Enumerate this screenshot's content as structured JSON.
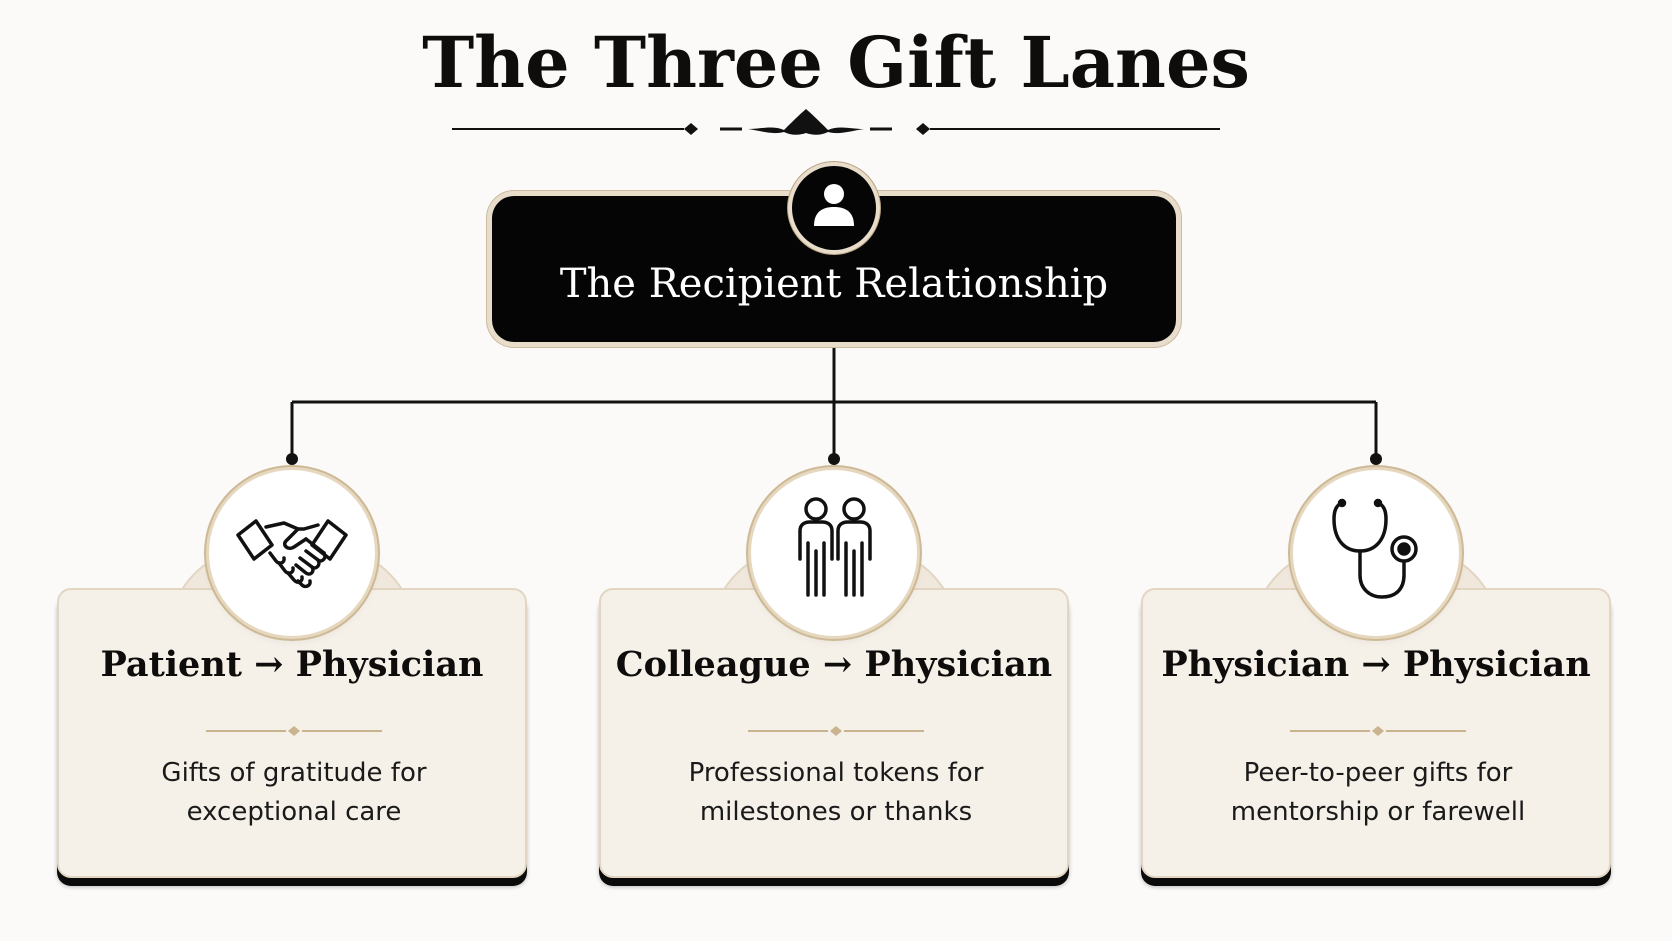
{
  "title": "The Three Gift Lanes",
  "root": {
    "label": "The Recipient Relationship",
    "icon": "person-icon"
  },
  "lanes": [
    {
      "title": "Patient → Physician",
      "description_line1": "Gifts of gratitude for",
      "description_line2": "exceptional care",
      "icon": "handshake-icon"
    },
    {
      "title": "Colleague → Physician",
      "description_line1": "Professional tokens for",
      "description_line2": "milestones or thanks",
      "icon": "colleagues-icon"
    },
    {
      "title": "Physician → Physician",
      "description_line1": "Peer-to-peer gifts for",
      "description_line2": "mentorship or farewell",
      "icon": "stethoscope-icon"
    }
  ],
  "colors": {
    "background": "#fbfaf8",
    "root_box": "#050505",
    "card": "#f5f0e8",
    "accent_gold": "#c9b48f",
    "text_dark": "#0e0d0c"
  }
}
